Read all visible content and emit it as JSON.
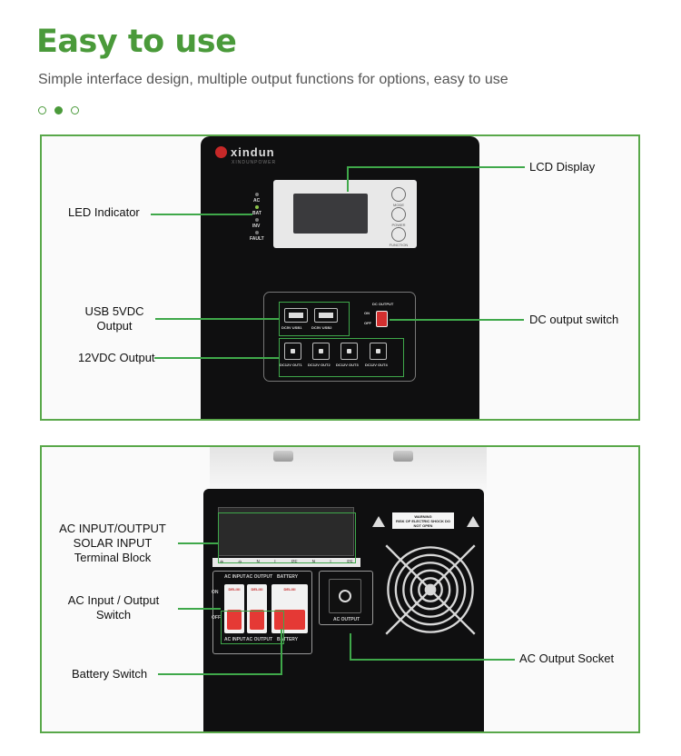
{
  "header": {
    "title": "Easy to use",
    "subtitle": "Simple interface design, multiple output functions for options, easy to use"
  },
  "pager": {
    "count": 3,
    "active_index": 1
  },
  "colors": {
    "accent": "#4a9a3a",
    "callout_line": "#3fa84a",
    "device_body": "#0f0f10",
    "switch_red": "#d32f2f"
  },
  "front_panel": {
    "brand": "xindun",
    "brand_sub": "XINDUNPOWER",
    "callouts": {
      "led_indicator": "LED Indicator",
      "lcd_display": "LCD Display",
      "usb_output_line1": "USB 5VDC",
      "usb_output_line2": "Output",
      "dc_output_switch": "DC output switch",
      "dc12_output": "12VDC Output"
    },
    "leds": [
      "AC",
      "BAT",
      "INV",
      "FAULT"
    ],
    "lcd_buttons": [
      "MODE",
      "POWER",
      "FUNCTION"
    ],
    "usb_ports": [
      "DC5V USB1",
      "DC5V USB2"
    ],
    "dc_ports": [
      "DC12V OUT1",
      "DC12V OUT2",
      "DC12V OUT3",
      "DC12V OUT4"
    ],
    "dc_switch_title": "DC OUTPUT",
    "dc_switch_on": "ON",
    "dc_switch_off": "OFF"
  },
  "back_panel": {
    "callouts": {
      "terminal_line1": "AC INPUT/OUTPUT",
      "terminal_line2": "SOLAR INPUT",
      "terminal_line3": "Terminal Block",
      "ac_switch_line1": "AC Input / Output",
      "ac_switch_line2": "Switch",
      "battery_switch": "Battery Switch",
      "ac_output_socket": "AC Output Socket"
    },
    "terminal_labels": [
      "⊕",
      "⊖",
      "N",
      "L",
      "PE",
      "N",
      "L",
      "PE"
    ],
    "breaker_brands": [
      "DELIXI",
      "DELIXI",
      "DELIXI"
    ],
    "breaker_top_labels": [
      "AC INPUT",
      "AC OUTPUT",
      "BATTERY"
    ],
    "breaker_bottom_labels": [
      "AC INPUT",
      "AC OUTPUT",
      "BATTERY"
    ],
    "on_label": "ON",
    "off_label": "OFF",
    "socket_label": "AC OUTPUT",
    "warning_title": "WARNING",
    "warning_text": "RISK OF ELECTRIC SHOCK DO NOT OPEN"
  }
}
